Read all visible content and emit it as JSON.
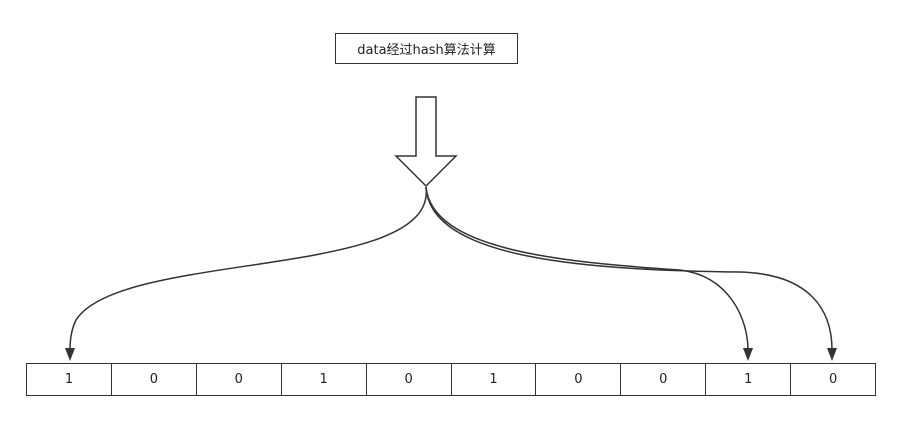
{
  "title": "data经过hash算法计算",
  "bits": [
    "1",
    "0",
    "0",
    "1",
    "0",
    "1",
    "0",
    "0",
    "1",
    "0"
  ],
  "colors": {
    "stroke": "#333333",
    "text": "#222222",
    "background": "#ffffff"
  }
}
